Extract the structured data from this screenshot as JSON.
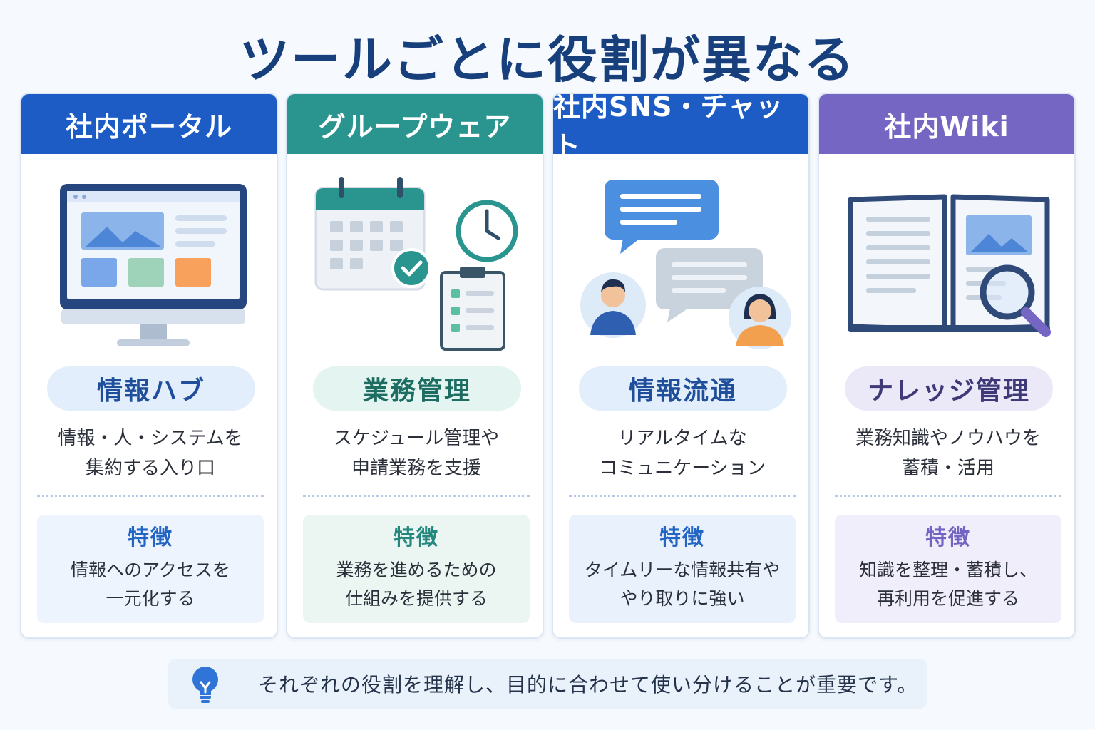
{
  "page": {
    "title": "ツールごとに役割が異なる"
  },
  "cards": [
    {
      "header": "社内ポータル",
      "role": "情報ハブ",
      "desc": [
        "情報・人・システムを",
        "集約する入り口"
      ],
      "feature_title": "特徴",
      "feature": [
        "情報へのアクセスを",
        "一元化する"
      ],
      "icon": "monitor-icon",
      "colors": {
        "header": "#1d5cc4",
        "pill_bg": "#e3eefc",
        "pill_text": "#1f4f9a",
        "feature_bg": "#edf4fd",
        "feature_title": "#2365c4"
      }
    },
    {
      "header": "グループウェア",
      "role": "業務管理",
      "desc": [
        "スケジュール管理や",
        "申請業務を支援"
      ],
      "feature_title": "特徴",
      "feature": [
        "業務を進めるための",
        "仕組みを提供する"
      ],
      "icon": "calendar-clock-icon",
      "colors": {
        "header": "#2a958f",
        "pill_bg": "#e3f4f1",
        "pill_text": "#1d6d63",
        "feature_bg": "#ebf6f3",
        "feature_title": "#23877d"
      }
    },
    {
      "header": "社内SNS・チャット",
      "role": "情報流通",
      "desc": [
        "リアルタイムな",
        "コミュニケーション"
      ],
      "feature_title": "特徴",
      "feature": [
        "タイムリーな情報共有や",
        "やり取りに強い"
      ],
      "icon": "chat-icon",
      "colors": {
        "header": "#1d5cc4",
        "pill_bg": "#e3eefc",
        "pill_text": "#1f4f9a",
        "feature_bg": "#e9f2fc",
        "feature_title": "#2365c4"
      }
    },
    {
      "header": "社内Wiki",
      "role": "ナレッジ管理",
      "desc": [
        "業務知識やノウハウを",
        "蓄積・活用"
      ],
      "feature_title": "特徴",
      "feature": [
        "知識を整理・蓄積し、",
        "再利用を促進する"
      ],
      "icon": "book-search-icon",
      "colors": {
        "header": "#7666c4",
        "pill_bg": "#ebe8f8",
        "pill_text": "#3e3a78",
        "feature_bg": "#f0eefa",
        "feature_title": "#7363c2"
      }
    }
  ],
  "footer": {
    "icon": "lightbulb-icon",
    "text": "それぞれの役割を理解し、目的に合わせて使い分けることが重要です。"
  }
}
